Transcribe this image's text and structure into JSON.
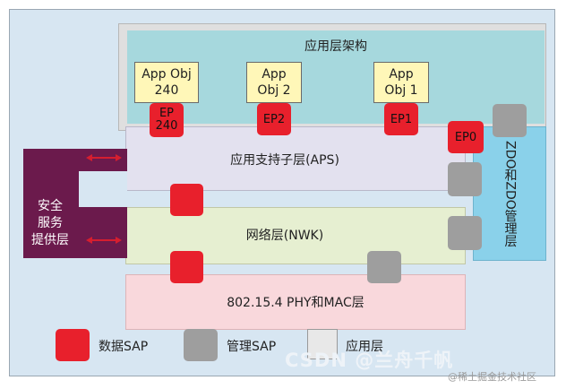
{
  "app_layer": {
    "title": "应用层架构",
    "objects": [
      {
        "line1": "App Obj",
        "line2": "240",
        "ep": "EP",
        "ep2": "240"
      },
      {
        "line1": "App",
        "line2": "Obj 2",
        "ep": "EP2"
      },
      {
        "line1": "App",
        "line2": "Obj 1",
        "ep": "EP1"
      }
    ],
    "ep0": "EP0"
  },
  "aps": {
    "label": "应用支持子层(APS)"
  },
  "nwk": {
    "label": "网络层(NWK)"
  },
  "phy": {
    "label": "802.15.4 PHY和MAC层"
  },
  "zdo": {
    "label": "ZDO和ZDO管理层"
  },
  "security": {
    "line1": "安全",
    "line2": "服务",
    "line3": "提供层"
  },
  "legend": {
    "data_sap": "数据SAP",
    "mgmt_sap": "管理SAP",
    "app_layer": "应用层"
  },
  "watermark": {
    "main": "CSDN @兰舟千帆",
    "sub": "@稀土掘金技术社区"
  },
  "colors": {
    "data_sap": "#e8202c",
    "mgmt_sap": "#9e9e9e",
    "security": "#6b1a4c",
    "zdo": "#8ad1ea"
  }
}
